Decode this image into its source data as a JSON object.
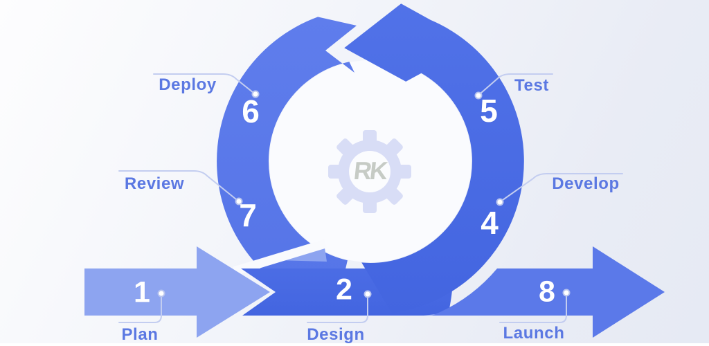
{
  "diagram": {
    "type": "agile-development-cycle",
    "flow_steps": {
      "plan": {
        "number": "1",
        "label": "Plan"
      },
      "design": {
        "number": "2",
        "label": "Design"
      },
      "launch": {
        "number": "8",
        "label": "Launch"
      }
    },
    "cycle_steps": {
      "develop": {
        "number": "4",
        "label": "Develop"
      },
      "test": {
        "number": "5",
        "label": "Test"
      },
      "deploy": {
        "number": "6",
        "label": "Deploy"
      },
      "review": {
        "number": "7",
        "label": "Review"
      }
    },
    "logo": {
      "monogram": "RK",
      "icon": "gear-icon"
    }
  },
  "colors": {
    "arrow_primary": "#4a6ce4",
    "arrow_secondary": "#5d7bea",
    "arrow_light": "#8da4f0",
    "label_text": "#5b78e2",
    "number_text": "#ffffff",
    "connector": "#c3cdf0",
    "connector_dot_stroke": "#b7c3ee",
    "gear": "#d8ddf6",
    "gear_hole": "#fbfcfe",
    "monogram": "#c6cbc5",
    "background_light": "#fdfdfe",
    "background_dark": "#e7ebf4"
  }
}
